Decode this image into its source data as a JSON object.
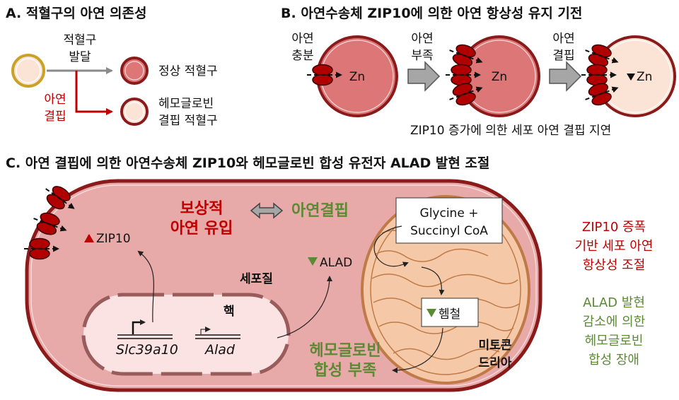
{
  "colors": {
    "red": "#c00000",
    "green": "#5a8a32",
    "cell_fill": "#e8a9a9",
    "cell_border": "#8b1a1a",
    "normal_rbc": "#dd7777",
    "pale_rbc": "#fbe3d6",
    "mito_fill": "#f5c9a8",
    "mito_border": "#c07a47",
    "transporter": "#b00000"
  },
  "icons": {
    "transporter": "zip10-transporter-icon",
    "arrow_up": "red-up-triangle-icon",
    "arrow_down": "green-down-triangle-icon",
    "double_arrow": "double-arrow-icon",
    "block_arrow": "gray-block-arrow-icon",
    "promoter": "promoter-arrow-icon"
  },
  "panelA": {
    "title": "A. 적혈구의 아연 의존성",
    "development": [
      "적혈구",
      "발달"
    ],
    "normal_rbc": "정상 적혈구",
    "deficiency": [
      "아연",
      "결핍"
    ],
    "deficient_rbc": [
      "헤모글로빈",
      "결핍 적혈구"
    ]
  },
  "panelB": {
    "title": "B. 아연수송체 ZIP10에 의한 아연 항상성 유지 기전",
    "sufficient": [
      "아연",
      "충분"
    ],
    "shortage": [
      "아연",
      "부족"
    ],
    "deficiency": [
      "아연",
      "결핍"
    ],
    "zn": "Zn",
    "caption": "ZIP10 증가에 의한 세포 아연 결핍 지연"
  },
  "panelC": {
    "title": "C. 아연 결핍에 의한 아연수송체 ZIP10와 헤모글로빈 합성 유전자 ALAD 발현 조절",
    "compensatory": [
      "보상적",
      "아연 유입"
    ],
    "zinc_deficiency": "아연결핍",
    "zip10": "ZIP10",
    "alad": "ALAD",
    "cytoplasm": "세포질",
    "nucleus": "핵",
    "gene1": "Slc39a10",
    "gene2": "Alad",
    "substrate": [
      "Glycine +",
      "Succinyl CoA"
    ],
    "heme": "헴철",
    "mitochondria": [
      "미토콘",
      "드리아"
    ],
    "hb_shortage": [
      "헤모글로빈",
      "합성 부족"
    ],
    "right_red": [
      "ZIP10 증폭",
      "기반 세포 아연",
      "항상성 조절"
    ],
    "right_green": [
      "ALAD 발현",
      "감소에 의한",
      "헤모글로빈",
      "합성 장애"
    ]
  }
}
